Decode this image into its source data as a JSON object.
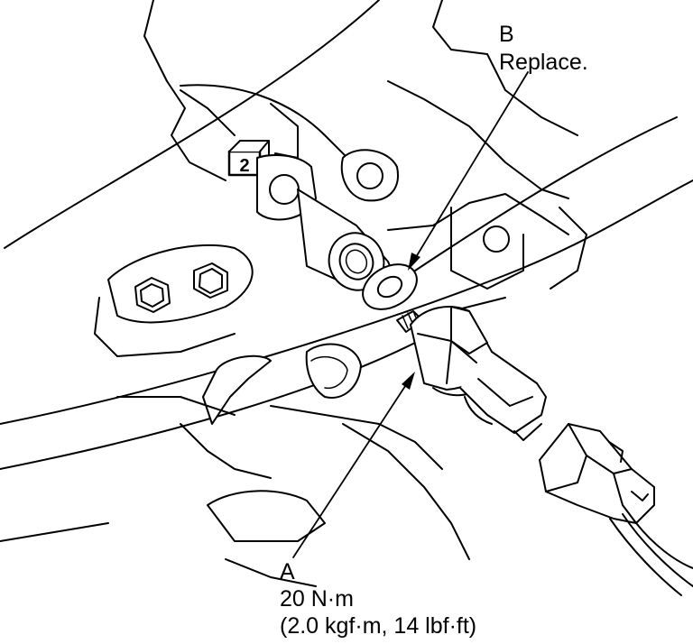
{
  "callout_b": {
    "letter": "B",
    "note": "Replace."
  },
  "callout_a": {
    "letter": "A",
    "torque_nm": "20 N·m",
    "torque_alt": "(2.0 kgf·m, 14 lbf·ft)"
  },
  "step_badge": "2",
  "icons": [
    "sensor-icon",
    "washer-icon",
    "connector-icon",
    "bolt-icon"
  ],
  "colors": {
    "line": "#000000",
    "background": "#ffffff"
  }
}
